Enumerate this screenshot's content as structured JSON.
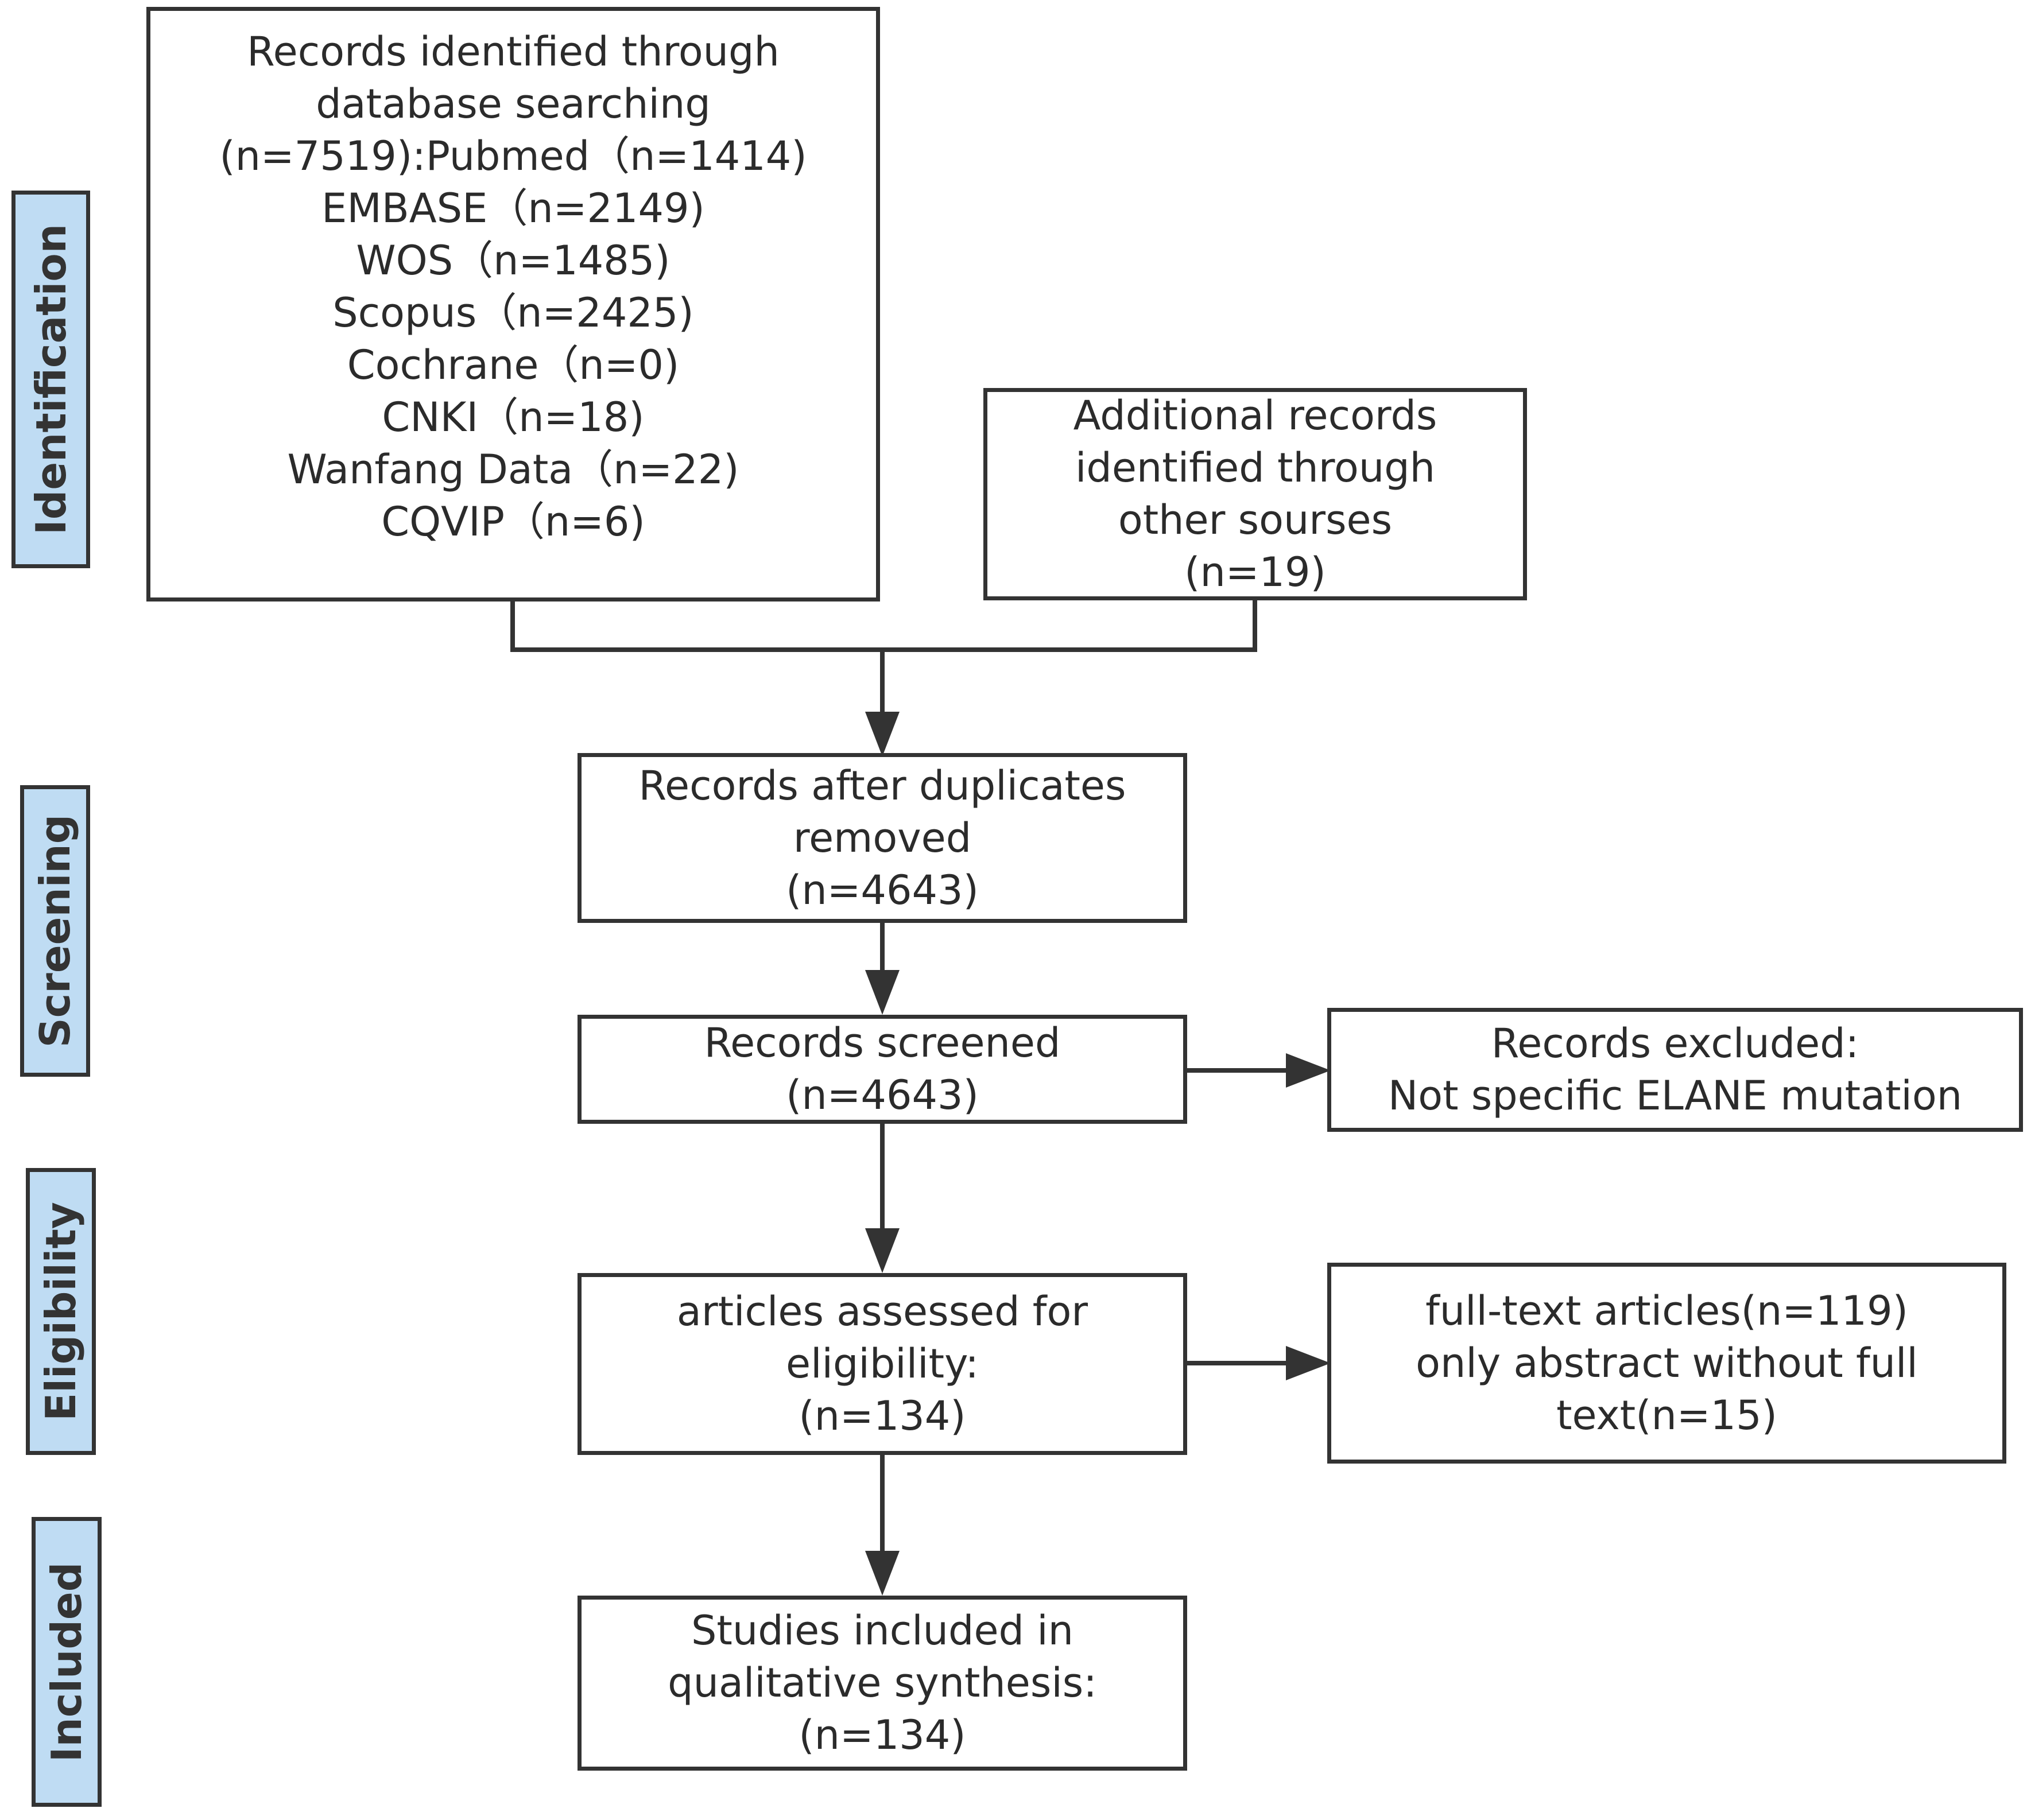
{
  "stages": [
    {
      "id": "identification",
      "label": "Identification"
    },
    {
      "id": "screening",
      "label": "Screening"
    },
    {
      "id": "eligibility",
      "label": "Eligibility"
    },
    {
      "id": "included",
      "label": "Included"
    }
  ],
  "boxes": {
    "database_search": {
      "lines": [
        "Records identified through",
        "database searching",
        "(n=7519):Pubmed（n=1414)",
        "EMBASE（n=2149)",
        "WOS（n=1485)",
        "Scopus（n=2425)",
        "Cochrane（n=0)",
        "CNKI（n=18)",
        "Wanfang Data（n=22)",
        "CQVIP（n=6)"
      ]
    },
    "other_sources": {
      "lines": [
        "Additional records",
        "identified through",
        "other sourses",
        "(n=19)"
      ]
    },
    "duplicates_removed": {
      "lines": [
        "Records after duplicates",
        "removed",
        "(n=4643)"
      ]
    },
    "screened": {
      "lines": [
        "Records screened",
        "(n=4643)"
      ]
    },
    "excluded": {
      "lines": [
        "Records excluded:",
        "Not specific ELANE mutation"
      ]
    },
    "eligibility": {
      "lines": [
        "articles assessed for",
        "eligibility:",
        "(n=134)"
      ]
    },
    "full_text": {
      "lines": [
        "full-text articles(n=119)",
        "only abstract without full",
        "text(n=15)"
      ]
    },
    "included": {
      "lines": [
        "Studies  included in",
        "qualitative synthesis:",
        "(n=134)"
      ]
    }
  },
  "colors": {
    "stage_fill": "#bfdcf3",
    "stroke": "#333333",
    "text": "#2b2b2b"
  }
}
